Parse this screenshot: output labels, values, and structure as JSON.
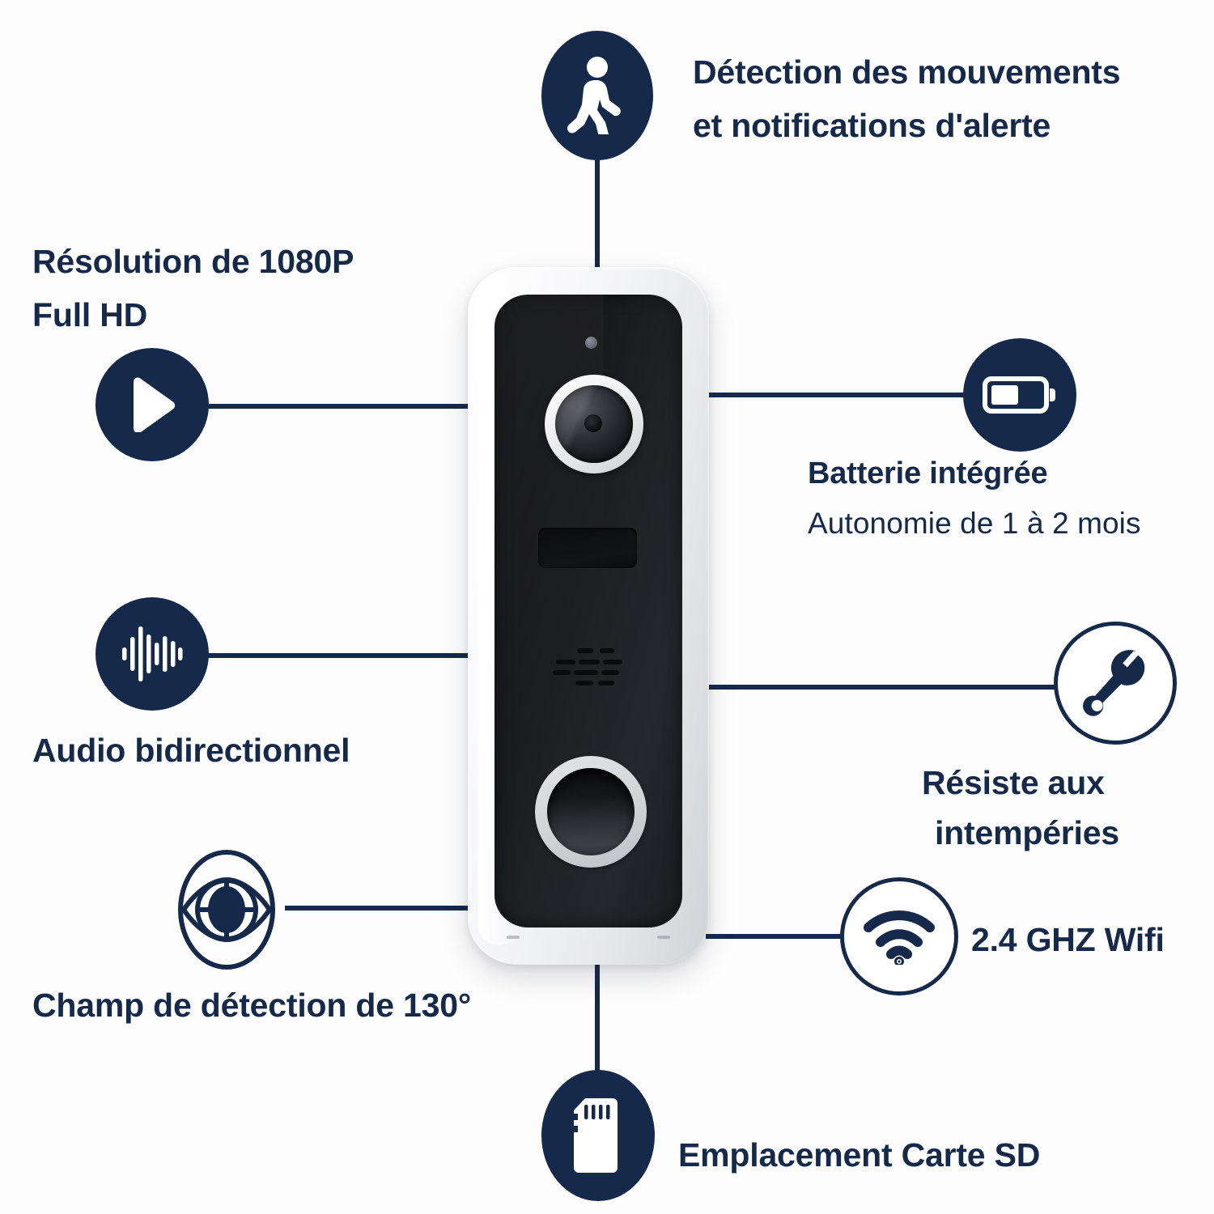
{
  "theme": {
    "navy": "#15294a",
    "background": "#fdfdfd",
    "shell": "#f3f4f6",
    "face": "#1b1d21"
  },
  "product": {
    "name": "doorbell-camera",
    "parts": {
      "sensor": "ambient-light-sensor",
      "lens": "camera-lens",
      "pir": "motion-sensor-window",
      "speaker": "speaker-grille",
      "button": "doorbell-button"
    }
  },
  "features": [
    {
      "id": "motion-detection",
      "icon": "walking-person-icon",
      "icon_style": "filled",
      "title": "Détection des mouvements",
      "title_line2": "et notifications d'alerte",
      "subtitle": ""
    },
    {
      "id": "resolution",
      "icon": "play-icon",
      "icon_style": "filled",
      "title": "Résolution de 1080P",
      "title_line2": "Full HD",
      "subtitle": ""
    },
    {
      "id": "battery",
      "icon": "battery-icon",
      "icon_style": "filled",
      "title": "Batterie intégrée",
      "title_line2": "",
      "subtitle": "Autonomie de 1 à 2 mois"
    },
    {
      "id": "two-way-audio",
      "icon": "audio-waveform-icon",
      "icon_style": "filled",
      "title": "Audio bidirectionnel",
      "title_line2": "",
      "subtitle": ""
    },
    {
      "id": "weather-resistant",
      "icon": "wrench-icon",
      "icon_style": "outline",
      "title": "Résiste aux",
      "title_line2": "intempéries",
      "subtitle": ""
    },
    {
      "id": "field-of-view",
      "icon": "eye-icon",
      "icon_style": "outline-shape",
      "title": "Champ de détection de 130°",
      "title_line2": "",
      "subtitle": ""
    },
    {
      "id": "wifi",
      "icon": "wifi-icon",
      "icon_style": "outline",
      "title": "2.4 GHZ Wifi",
      "title_line2": "",
      "subtitle": ""
    },
    {
      "id": "sd-card-slot",
      "icon": "sd-card-icon",
      "icon_style": "filled",
      "title": "Emplacement Carte SD",
      "title_line2": "",
      "subtitle": ""
    }
  ]
}
